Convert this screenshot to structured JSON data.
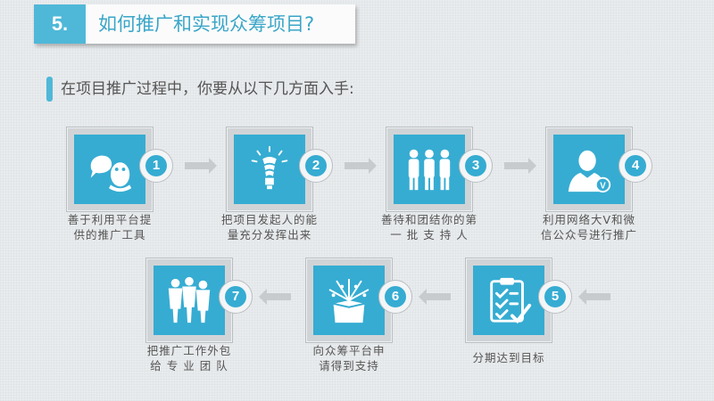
{
  "title": {
    "number": "5.",
    "text": "如何推广和实现众筹项目?"
  },
  "subtitle": "在项目推广过程中，你要从以下几方面入手:",
  "steps": [
    {
      "number": "1",
      "icon": "social-chat-icon",
      "line1": "善于利用平台提",
      "line2": "供的推广工具"
    },
    {
      "number": "2",
      "icon": "lightbulb-icon",
      "line1": "把项目发起人的能",
      "line2": "量充分发挥出来"
    },
    {
      "number": "3",
      "icon": "people-group-icon",
      "line1": "善待和团结你的第",
      "line2": "一 批 支 持 人"
    },
    {
      "number": "4",
      "icon": "verified-user-icon",
      "line1": "利用网络大V和微",
      "line2": "信公众号进行推广"
    },
    {
      "number": "5",
      "icon": "checklist-icon",
      "line1": "分期达到目标",
      "line2": ""
    },
    {
      "number": "6",
      "icon": "gift-box-icon",
      "line1": "向众筹平台申",
      "line2": "请得到支持"
    },
    {
      "number": "7",
      "icon": "team-icon",
      "line1": "把推广工作外包",
      "line2": "给 专 业 团 队"
    }
  ],
  "colors": {
    "accent": "#36acd2",
    "tile_frame": "#d0d4d7",
    "arrow": "#c7cbce"
  }
}
